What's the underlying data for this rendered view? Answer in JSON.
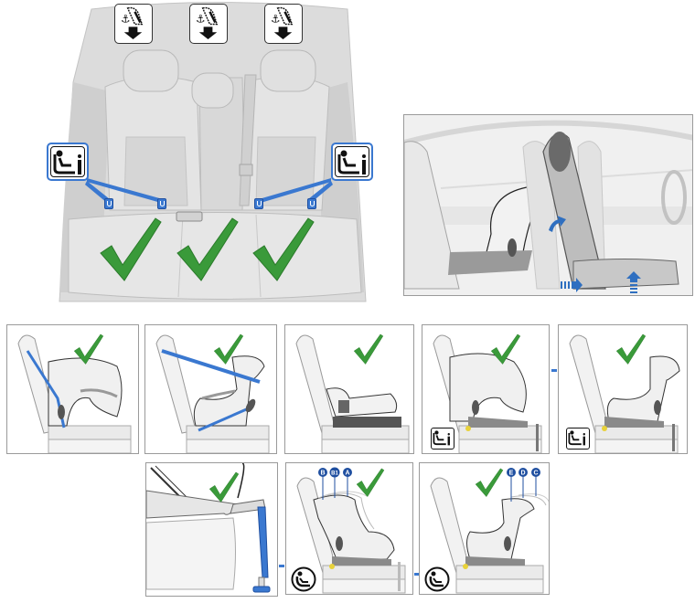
{
  "colors": {
    "check_green": "#3a9a3a",
    "strap_blue": "#3a78d0",
    "highlight_blue": "#2f6fc0",
    "seat_gray": "#d8d8d8",
    "panel_border": "#9a9a9a",
    "letter_badge_bg": "#1f4fa0"
  },
  "rear_seat_overview": {
    "top_tether_icons": [
      {
        "icon": "top-tether-anchor-icon",
        "position": "left"
      },
      {
        "icon": "top-tether-anchor-icon",
        "position": "center"
      },
      {
        "icon": "top-tether-anchor-icon",
        "position": "right"
      }
    ],
    "isofix_icons": [
      {
        "icon": "isofix-child-seat-icon",
        "position": "left"
      },
      {
        "icon": "isofix-child-seat-icon",
        "position": "right"
      }
    ],
    "isofix_anchors": 4,
    "seat_checkmarks": [
      {
        "seat": "left",
        "allowed": true
      },
      {
        "seat": "center",
        "allowed": true
      },
      {
        "seat": "right",
        "allowed": true
      }
    ]
  },
  "front_seat_adjust": {
    "arrows": [
      "backrest-forward-arrow",
      "seat-slide-forward-arrow",
      "seat-raise-arrow"
    ]
  },
  "installation_panels": [
    {
      "id": "belt-rear-facing",
      "allowed": true,
      "strap": "belt"
    },
    {
      "id": "belt-forward-facing",
      "allowed": true,
      "strap": "belt"
    },
    {
      "id": "booster",
      "allowed": true,
      "strap": "none"
    },
    {
      "id": "isofix-rear-facing",
      "allowed": true,
      "icon": "isofix-child-seat-icon"
    },
    {
      "id": "isofix-forward-facing",
      "allowed": true,
      "icon": "isofix-child-seat-icon"
    },
    {
      "id": "support-leg",
      "allowed": true
    },
    {
      "id": "i-size-rear-facing",
      "allowed": true,
      "icon": "i-size-icon",
      "labels": [
        "B",
        "B1",
        "A"
      ]
    },
    {
      "id": "i-size-forward-facing",
      "allowed": true,
      "icon": "i-size-icon",
      "labels": [
        "E",
        "D",
        "C"
      ]
    }
  ]
}
